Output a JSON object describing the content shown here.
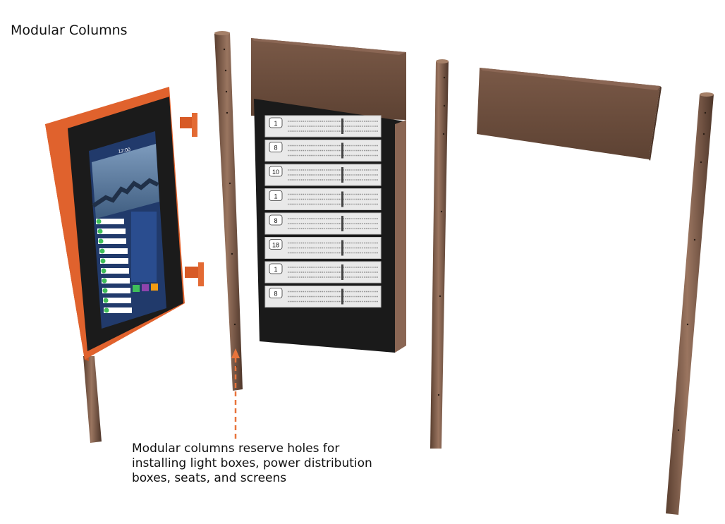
{
  "figure": {
    "title": "Modular Columns",
    "caption_lines": [
      "Modular columns reserve holes for",
      "installing light boxes, power distribution",
      "boxes, seats, and screens"
    ]
  },
  "screen": {
    "clock": "12:00",
    "route_numbers": [
      "1",
      "8",
      "10",
      "1",
      "8",
      "18",
      "1",
      "8"
    ]
  },
  "colors": {
    "frame_orange": "#e0622d",
    "column_bronze": "#7a5a45",
    "box_brown": "#6b4c3b",
    "arrow_orange": "#e8743b"
  }
}
